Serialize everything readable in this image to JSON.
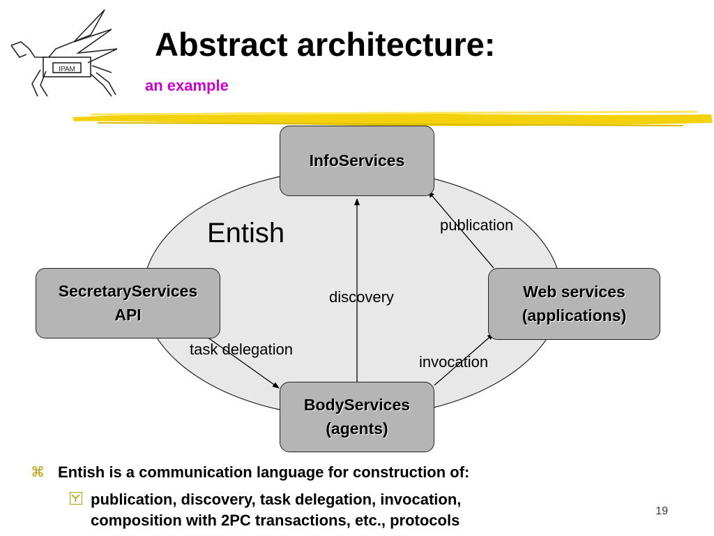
{
  "slide": {
    "title": "Abstract architecture:",
    "subtitle": "an example",
    "logo_text": "IPAM",
    "page_number": "19"
  },
  "diagram": {
    "region_label": "Entish",
    "nodes": {
      "info": "InfoServices",
      "secretary": "SecretaryServices\nAPI",
      "web": "Web services\n(applications)",
      "body": "BodyServices\n(agents)"
    },
    "edges": {
      "publication": "publication",
      "discovery": "discovery",
      "task_delegation": "task delegation",
      "invocation": "invocation"
    }
  },
  "bullets": {
    "main": "Entish is a communication language for construction of:",
    "sub_line1": "publication, discovery, task delegation, invocation,",
    "sub_line2": "composition with 2PC transactions, etc.,  protocols"
  },
  "colors": {
    "ellipse_fill": "#e8e8e8",
    "node_fill": "#b5b5b5",
    "subtitle": "#cc00cc",
    "highlighter": "#f2d000"
  }
}
